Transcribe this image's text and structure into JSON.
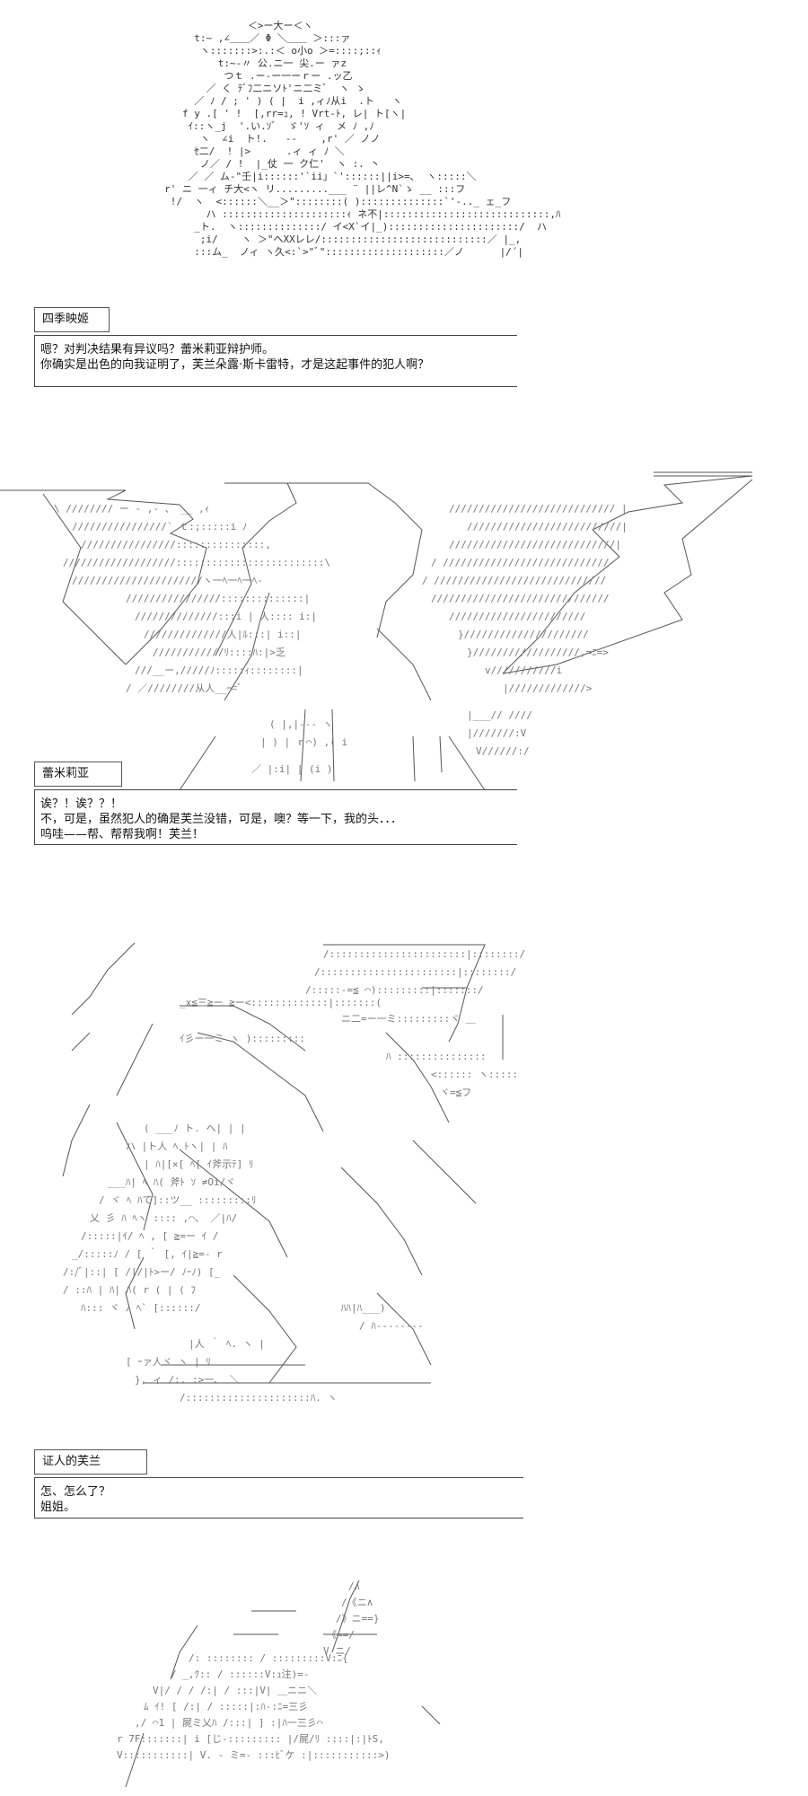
{
  "panels": [
    {
      "speaker": "四季映姬",
      "lines": [
        "嗯？对判决结果有异议吗？蕾米莉亚辩护师。",
        "你确实是出色的向我证明了，芙兰朵露·斯卡雷特，才是这起事件的犯人啊？"
      ]
    },
    {
      "speaker": "蕾米莉亚",
      "lines": [
        "诶？！诶？？！",
        "不，可是，虽然犯人的确是芙兰没错，可是，噢？等一下，我的头．．．",
        "呜哇——帮、帮帮我啊！芙兰！"
      ]
    },
    {
      "speaker": "证人的芙兰",
      "lines": [
        "怎、怎么了？",
        "姐姐。"
      ]
    }
  ]
}
